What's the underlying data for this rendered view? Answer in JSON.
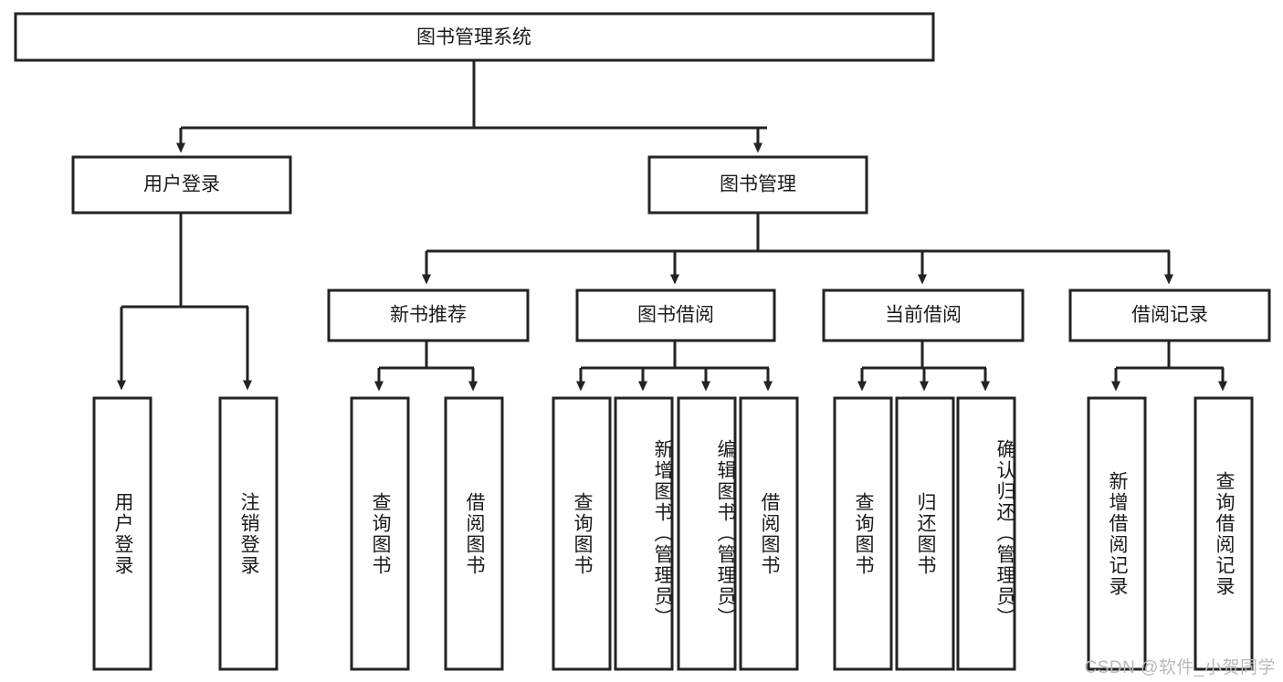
{
  "diagram": {
    "type": "tree",
    "title": "图书管理系统",
    "colors": {
      "box_stroke": "#232323",
      "box_fill": "#ffffff",
      "connector": "#232323",
      "text": "#1b1b1b",
      "watermark": "#b9b9b9",
      "background": "#ffffff"
    },
    "root": {
      "id": "root",
      "label": "图书管理系统",
      "orientation": "horizontal"
    },
    "level1": [
      {
        "id": "user-login",
        "label": "用户登录",
        "orientation": "horizontal"
      },
      {
        "id": "book-management",
        "label": "图书管理",
        "orientation": "horizontal"
      }
    ],
    "level2": [
      {
        "id": "new-book-recommend",
        "label": "新书推荐",
        "orientation": "horizontal",
        "parent": "book-management"
      },
      {
        "id": "book-borrow",
        "label": "图书借阅",
        "orientation": "horizontal",
        "parent": "book-management"
      },
      {
        "id": "current-borrow",
        "label": "当前借阅",
        "orientation": "horizontal",
        "parent": "book-management"
      },
      {
        "id": "borrow-record",
        "label": "借阅记录",
        "orientation": "horizontal",
        "parent": "book-management"
      }
    ],
    "leaves": [
      {
        "id": "leaf-user-login",
        "label": "用户登录",
        "orientation": "vertical",
        "parent": "user-login"
      },
      {
        "id": "leaf-logout-login",
        "label": "注销登录",
        "orientation": "vertical",
        "parent": "user-login"
      },
      {
        "id": "leaf-query-book-1",
        "label": "查询图书",
        "orientation": "vertical",
        "parent": "new-book-recommend"
      },
      {
        "id": "leaf-borrow-book-1",
        "label": "借阅图书",
        "orientation": "vertical",
        "parent": "new-book-recommend"
      },
      {
        "id": "leaf-query-book-2",
        "label": "查询图书",
        "orientation": "vertical",
        "parent": "book-borrow"
      },
      {
        "id": "leaf-add-book",
        "label": "新增图书（管理员）",
        "orientation": "vertical",
        "parent": "book-borrow"
      },
      {
        "id": "leaf-edit-book",
        "label": "编辑图书（管理员）",
        "orientation": "vertical",
        "parent": "book-borrow"
      },
      {
        "id": "leaf-borrow-book-2",
        "label": "借阅图书",
        "orientation": "vertical",
        "parent": "book-borrow"
      },
      {
        "id": "leaf-query-book-3",
        "label": "查询图书",
        "orientation": "vertical",
        "parent": "current-borrow"
      },
      {
        "id": "leaf-return-book",
        "label": "归还图书",
        "orientation": "vertical",
        "parent": "current-borrow"
      },
      {
        "id": "leaf-confirm-return",
        "label": "确认归还（管理员）",
        "orientation": "vertical",
        "parent": "current-borrow"
      },
      {
        "id": "leaf-add-borrow-record",
        "label": "新增借阅记录",
        "orientation": "vertical",
        "parent": "borrow-record"
      },
      {
        "id": "leaf-query-borrow-record",
        "label": "查询借阅记录",
        "orientation": "vertical",
        "parent": "borrow-record"
      }
    ],
    "watermark": "CSDN @软件_小贺同学"
  }
}
